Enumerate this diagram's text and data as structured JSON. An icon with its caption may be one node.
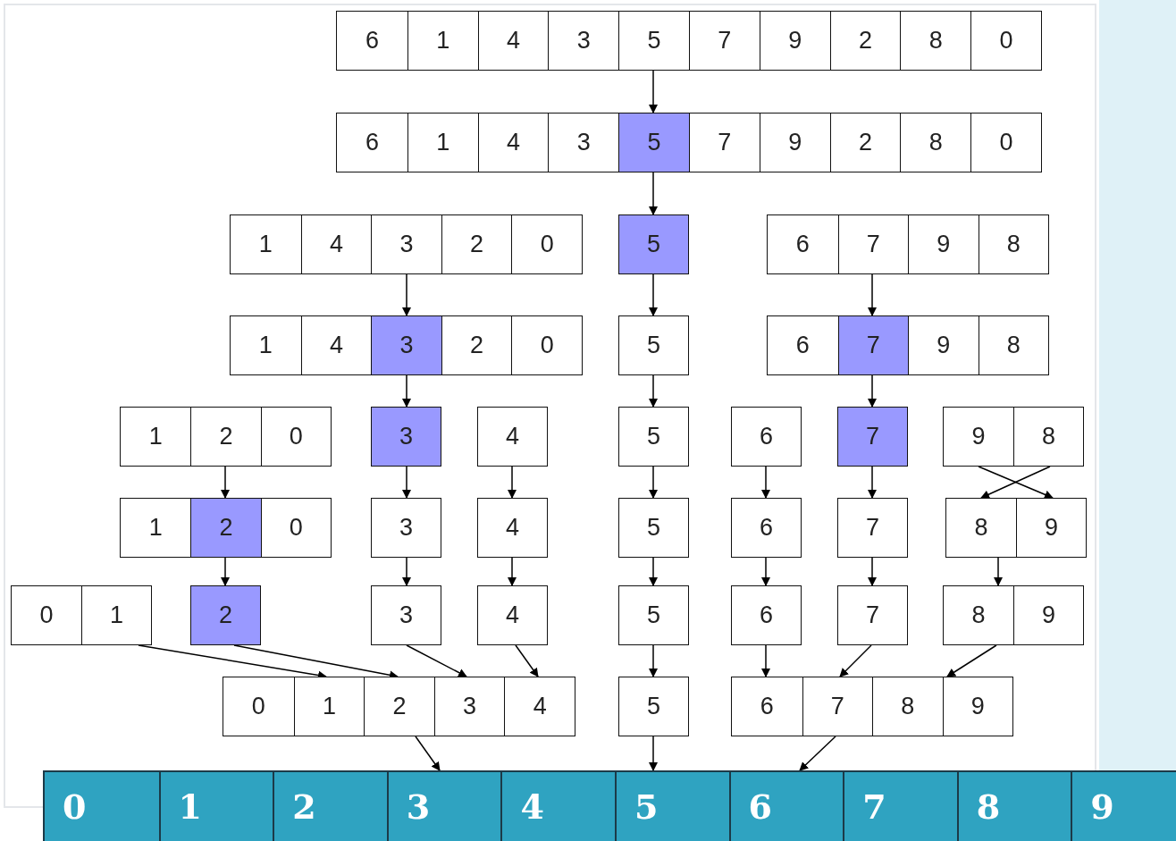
{
  "diagram": {
    "nodes": [
      {
        "text": [
          "6",
          "1",
          "4",
          "3",
          "5",
          "7",
          "9",
          "2",
          "8",
          "0"
        ]
      },
      {
        "text": [
          "6",
          "1",
          "4",
          "3",
          "5",
          "7",
          "9",
          "2",
          "8",
          "0"
        ]
      },
      {
        "text": [
          "1",
          "4",
          "3",
          "2",
          "0"
        ]
      },
      {
        "text": [
          "5"
        ]
      },
      {
        "text": [
          "6",
          "7",
          "9",
          "8"
        ]
      },
      {
        "text": [
          "1",
          "4",
          "3",
          "2",
          "0"
        ]
      },
      {
        "text": [
          "5"
        ]
      },
      {
        "text": [
          "6",
          "7",
          "9",
          "8"
        ]
      },
      {
        "text": [
          "1",
          "2",
          "0"
        ]
      },
      {
        "text": [
          "3"
        ]
      },
      {
        "text": [
          "4"
        ]
      },
      {
        "text": [
          "5"
        ]
      },
      {
        "text": [
          "6"
        ]
      },
      {
        "text": [
          "7"
        ]
      },
      {
        "text": [
          "9",
          "8"
        ]
      },
      {
        "text": [
          "1",
          "2",
          "0"
        ]
      },
      {
        "text": [
          "3"
        ]
      },
      {
        "text": [
          "4"
        ]
      },
      {
        "text": [
          "5"
        ]
      },
      {
        "text": [
          "6"
        ]
      },
      {
        "text": [
          "7"
        ]
      },
      {
        "text": [
          "8",
          "9"
        ]
      },
      {
        "text": [
          "0",
          "1"
        ]
      },
      {
        "text": [
          "2"
        ]
      },
      {
        "text": [
          "3"
        ]
      },
      {
        "text": [
          "4"
        ]
      },
      {
        "text": [
          "5"
        ]
      },
      {
        "text": [
          "6"
        ]
      },
      {
        "text": [
          "7"
        ]
      },
      {
        "text": [
          "8",
          "9"
        ]
      },
      {
        "text": [
          "0",
          "1",
          "2",
          "3",
          "4"
        ]
      },
      {
        "text": [
          "5"
        ]
      },
      {
        "text": [
          "6",
          "7",
          "8",
          "9"
        ]
      },
      {
        "text": [
          "0",
          "1",
          "2",
          "3",
          "4",
          "5",
          "6",
          "7",
          "8",
          "9"
        ]
      }
    ],
    "edges": [
      {
        "from": 0,
        "to": 1,
        "arrow": "to"
      },
      {
        "from": 1,
        "to": 3,
        "arrow": "to"
      },
      {
        "from": 2,
        "to": 5,
        "arrow": "to"
      },
      {
        "from": 3,
        "to": 6,
        "arrow": "to"
      },
      {
        "from": 4,
        "to": 7,
        "arrow": "to"
      },
      {
        "from": 5,
        "to": 9,
        "arrow": "to"
      },
      {
        "from": 6,
        "to": 11,
        "arrow": "to"
      },
      {
        "from": 7,
        "to": 13,
        "arrow": "to"
      },
      {
        "from": 8,
        "to": 15,
        "arrow": "to"
      },
      {
        "from": 9,
        "to": 16,
        "arrow": "to"
      },
      {
        "from": 10,
        "to": 17,
        "arrow": "to"
      },
      {
        "from": 11,
        "to": 18,
        "arrow": "to"
      },
      {
        "from": 12,
        "to": 19,
        "arrow": "to"
      },
      {
        "from": 13,
        "to": 20,
        "arrow": "to"
      },
      {
        "from": 14,
        "to": 21,
        "arrow": "to"
      },
      {
        "from": 14,
        "to": 21,
        "arrow": "to"
      },
      {
        "from": 15,
        "to": 23,
        "arrow": "to"
      },
      {
        "from": 16,
        "to": 24,
        "arrow": "to"
      },
      {
        "from": 17,
        "to": 25,
        "arrow": "to"
      },
      {
        "from": 18,
        "to": 26,
        "arrow": "to"
      },
      {
        "from": 19,
        "to": 27,
        "arrow": "to"
      },
      {
        "from": 20,
        "to": 28,
        "arrow": "to"
      },
      {
        "from": 21,
        "to": 29,
        "arrow": "to"
      },
      {
        "from": 22,
        "to": 30,
        "arrow": "to"
      },
      {
        "from": 23,
        "to": 30,
        "arrow": "to"
      },
      {
        "from": 24,
        "to": 30,
        "arrow": "to"
      },
      {
        "from": 25,
        "to": 30,
        "arrow": "to"
      },
      {
        "from": 26,
        "to": 31,
        "arrow": "to"
      },
      {
        "from": 27,
        "to": 32,
        "arrow": "to"
      },
      {
        "from": 28,
        "to": 32,
        "arrow": "to"
      },
      {
        "from": 29,
        "to": 32,
        "arrow": "to"
      },
      {
        "from": 30,
        "to": 33,
        "arrow": "to"
      },
      {
        "from": 31,
        "to": 33,
        "arrow": "to"
      },
      {
        "from": 32,
        "to": 33,
        "arrow": "to"
      }
    ]
  }
}
